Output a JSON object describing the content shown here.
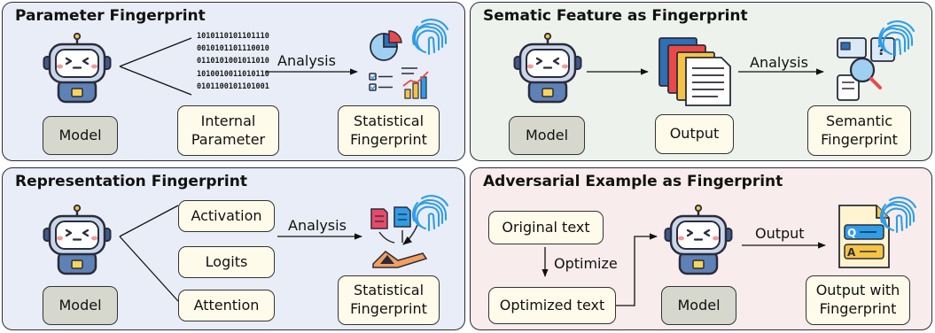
{
  "colors": {
    "panel_blue": "#e9edf7",
    "panel_green": "#edf2ec",
    "panel_pink": "#f9ecec",
    "box_fill": "#fffbea",
    "model_fill": "#d6d8cd",
    "fingerprint": "#2f9de8"
  },
  "panels": {
    "parameter": {
      "title": "Parameter  Fingerprint",
      "model": "Model",
      "internal_parameter": "Internal\nParameter",
      "analysis": "Analysis",
      "output": "Statistical\nFingerprint",
      "binary": [
        "1010110101101110",
        "0010101101110010",
        "0110101001011010",
        "1010010011010110",
        "0101100101101001"
      ]
    },
    "semantic": {
      "title": "Sematic Feature as Fingerprint",
      "model": "Model",
      "output": "Output",
      "analysis": "Analysis",
      "result": "Semantic\nFingerprint"
    },
    "representation": {
      "title": "Representation Fingerprint",
      "model": "Model",
      "items": [
        "Activation",
        "Logits",
        "Attention"
      ],
      "analysis": "Analysis",
      "output": "Statistical\nFingerprint"
    },
    "adversarial": {
      "title": "Adversarial Example as Fingerprint",
      "original": "Original text",
      "optimize": "Optimize",
      "optimized": "Optimized text",
      "model": "Model",
      "output_label": "Output",
      "result": "Output with\nFingerprint",
      "doc_letters": [
        "Q",
        "A"
      ]
    }
  },
  "icons": [
    "robot-icon",
    "binary-data-icon",
    "statistics-icon",
    "documents-icon",
    "semantic-search-icon",
    "data-analysis-icon",
    "qa-document-icon",
    "fingerprint-icon"
  ]
}
